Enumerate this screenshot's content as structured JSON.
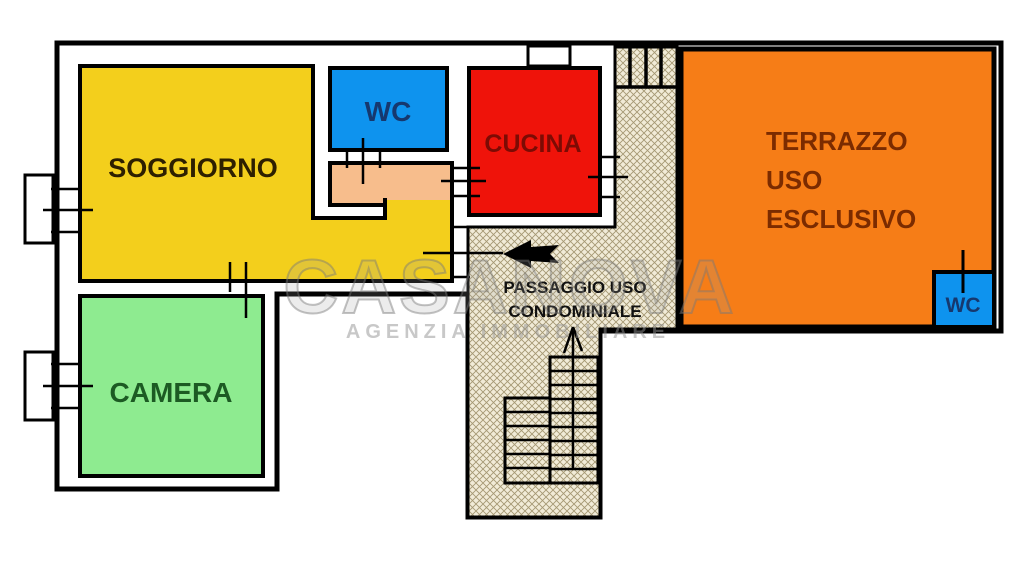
{
  "plan": {
    "wall_color": "#000000",
    "paper_color": "#ffffff",
    "rooms": {
      "soggiorno": {
        "label": "SOGGIORNO",
        "fill": "#F3CF1C",
        "label_color": "#2E2000"
      },
      "wc": {
        "label": "WC",
        "fill": "#0E93EE",
        "label_color": "#16386E"
      },
      "disimpegno": {
        "fill": "#F7BD8C"
      },
      "cucina": {
        "label": "CUCINA",
        "fill": "#EF130A",
        "label_color": "#7C0B04"
      },
      "camera": {
        "label": "CAMERA",
        "fill": "#8EEB90",
        "label_color": "#1C5A23"
      },
      "terrazzo": {
        "label_lines": [
          "TERRAZZO",
          "USO",
          "ESCLUSIVO"
        ],
        "fill": "#F67D17",
        "label_color": "#7B2B00"
      },
      "terrazzo_wc": {
        "label": "WC",
        "fill": "#0E93EE",
        "label_color": "#16386E"
      }
    },
    "passaggio": {
      "label_lines": [
        "PASSAGGIO USO",
        "CONDOMINIALE"
      ],
      "label_color": "#101010",
      "hatch_bg": "#F1EBD7",
      "hatch_line": "#A59873"
    },
    "window_shutter_color": "#ED5C0B",
    "stair_fill": "#FFFFFF",
    "icons": {
      "entrance_arrow": "left-arrow",
      "stairs_direction": "up-arrow"
    }
  },
  "watermark": {
    "brand": "CASANOVA",
    "subtitle": "AGENZIA IMMOBILIARE",
    "brand_fill": "rgba(158,158,158,0.20)",
    "brand_stroke": "rgba(120,120,120,0.45)",
    "subtitle_color": "rgba(145,145,145,0.50)"
  }
}
